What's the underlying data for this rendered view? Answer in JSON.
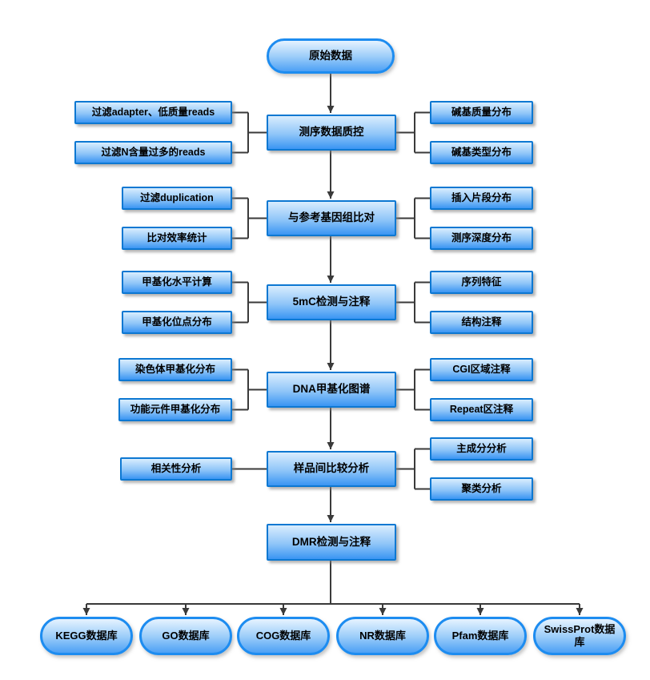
{
  "diagram": {
    "root_label": "原始数据",
    "rows": [
      {
        "center": "测序数据质控",
        "left": [
          "过滤adapter、低质量reads",
          "过滤N含量过多的reads"
        ],
        "right": [
          "碱基质量分布",
          "碱基类型分布"
        ]
      },
      {
        "center": "与参考基因组比对",
        "left": [
          "过滤duplication",
          "比对效率统计"
        ],
        "right": [
          "插入片段分布",
          "测序深度分布"
        ]
      },
      {
        "center": "5mC检测与注释",
        "left": [
          "甲基化水平计算",
          "甲基化位点分布"
        ],
        "right": [
          "序列特征",
          "结构注释"
        ]
      },
      {
        "center": "DNA甲基化图谱",
        "left": [
          "染色体甲基化分布",
          "功能元件甲基化分布"
        ],
        "right": [
          "CGI区域注释",
          "Repeat区注释"
        ]
      },
      {
        "center": "样品间比较分析",
        "left": [
          "相关性分析"
        ],
        "right": [
          "主成分分析",
          "聚类分析"
        ]
      }
    ],
    "dmr_label": "DMR检测与注释",
    "databases": [
      "KEGG数据库",
      "GO数据库",
      "COG数据库",
      "NR数据库",
      "Pfam数据库",
      "SwissProt数据库"
    ],
    "colors": {
      "node_gradient_top": "#d9edfe",
      "node_gradient_bottom": "#3a95f3",
      "node_border": "#0d78d2",
      "pill_border": "#1d8cf0",
      "connector_line": "#3a3a3a",
      "text": "#000000"
    }
  }
}
